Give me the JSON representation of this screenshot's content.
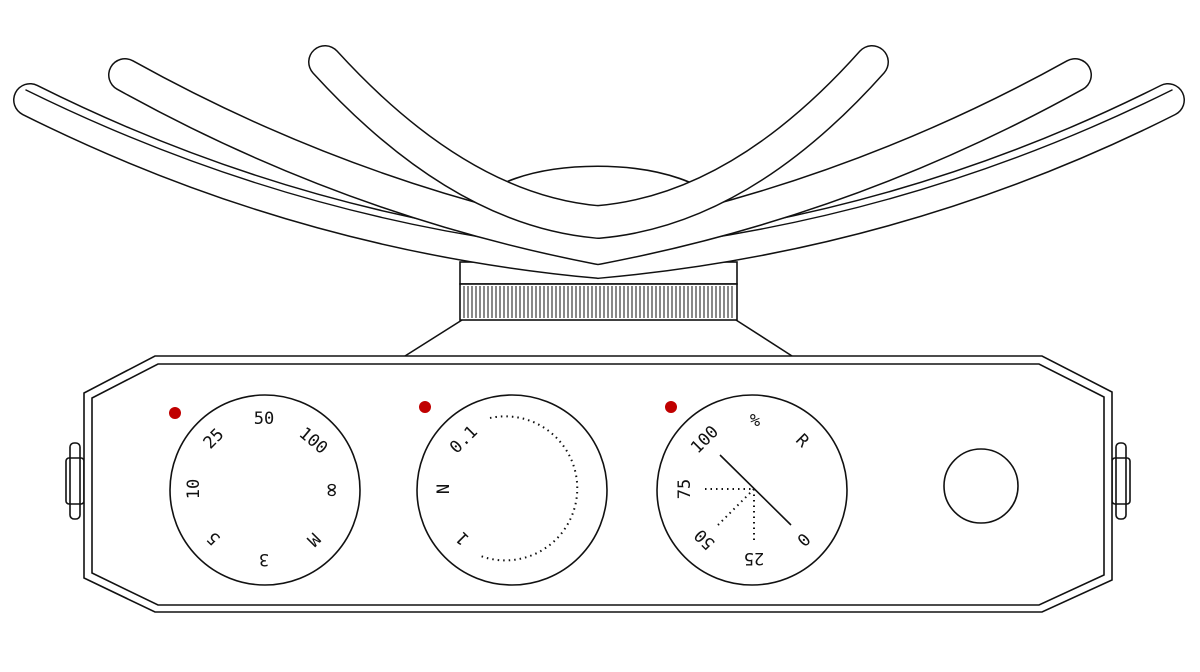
{
  "colors": {
    "stroke": "#111111",
    "indicator": "#c00000",
    "background": "#ffffff"
  },
  "dial_left": {
    "labels": [
      "50",
      "100",
      "∞",
      "M",
      "3",
      "5",
      "10",
      "25"
    ]
  },
  "dial_middle": {
    "labels": [
      "0.1",
      "N",
      "1"
    ]
  },
  "dial_right": {
    "labels": [
      "%",
      "R",
      "0",
      "25",
      "50",
      "75",
      "100"
    ]
  }
}
